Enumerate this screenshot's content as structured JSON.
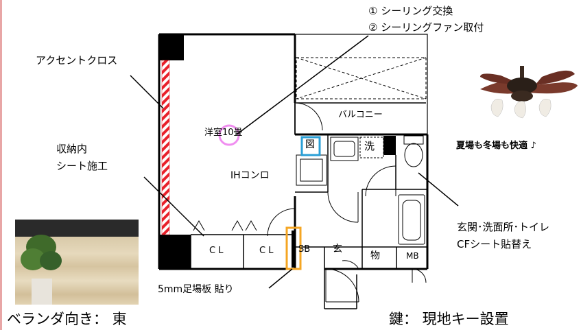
{
  "annotations": {
    "ceiling_1": "① シーリング交換",
    "ceiling_2": "② シーリングファン取付",
    "accent_cloth": "アクセントクロス",
    "storage_1": "収納内",
    "storage_2": "シート施工",
    "ih_stove": "IHコンロ",
    "fan_caption": "夏場も冬場も快適 ♪",
    "entrance_1": "玄関･洗面所･トイレ",
    "entrance_2": "CFシート貼替え",
    "scaffold_board": "5mm足場板 貼り"
  },
  "room_labels": {
    "western_room": "洋室10畳",
    "balcony": "バルコニー",
    "fridge": "図",
    "washer": "洗",
    "closet_1": "C L",
    "closet_2": "C L",
    "sb": "SB",
    "genkan": "玄",
    "storage": "物",
    "mb": "MB"
  },
  "footer": {
    "veranda": "ベランダ向き： 東",
    "key": "鍵： 現地キー設置"
  },
  "colors": {
    "accent_stripe": "#e8202a",
    "highlight_circle": "#f08ef0",
    "fridge_box": "#2a9fd6",
    "board_box": "#f5a623",
    "left_border": "#e8a6a6"
  }
}
